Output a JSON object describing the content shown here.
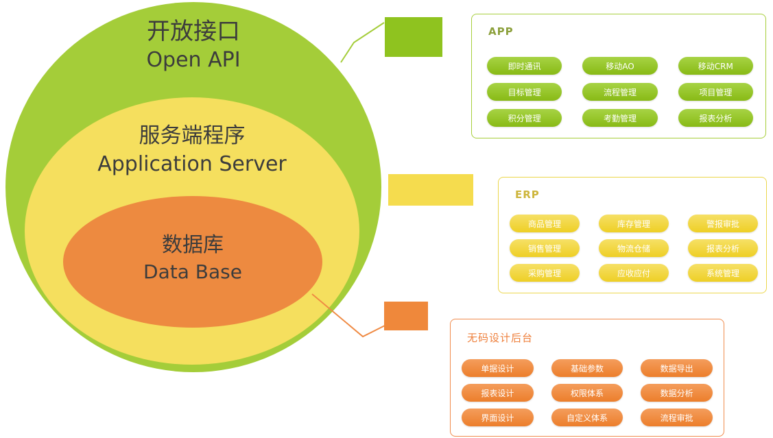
{
  "venn": {
    "open_api": {
      "zh": "开放接口",
      "en": "Open API"
    },
    "app_server": {
      "zh": "服务端程序",
      "en": "Application Server"
    },
    "database": {
      "zh": "数据库",
      "en": "Data Base"
    }
  },
  "panels": {
    "app": {
      "title": "APP",
      "items": [
        "即时通讯",
        "移动AO",
        "移动CRM",
        "目标管理",
        "流程管理",
        "项目管理",
        "积分管理",
        "考勤管理",
        "报表分析"
      ]
    },
    "erp": {
      "title": "ERP",
      "items": [
        "商品管理",
        "库存管理",
        "警报审批",
        "销售管理",
        "物流仓储",
        "报表分析",
        "采购管理",
        "应收应付",
        "系统管理"
      ]
    },
    "backend": {
      "title": "无码设计后台",
      "items": [
        "单据设计",
        "基础参数",
        "数据导出",
        "报表设计",
        "权限体系",
        "数据分析",
        "界面设计",
        "自定义体系",
        "流程审批"
      ]
    }
  },
  "colors": {
    "green": "#a4cd39",
    "yellow": "#f5df5e",
    "orange": "#ed8a40",
    "pill_green": "#8fc31f",
    "pill_yellow": "#f2d73d",
    "pill_orange": "#ef883b"
  }
}
